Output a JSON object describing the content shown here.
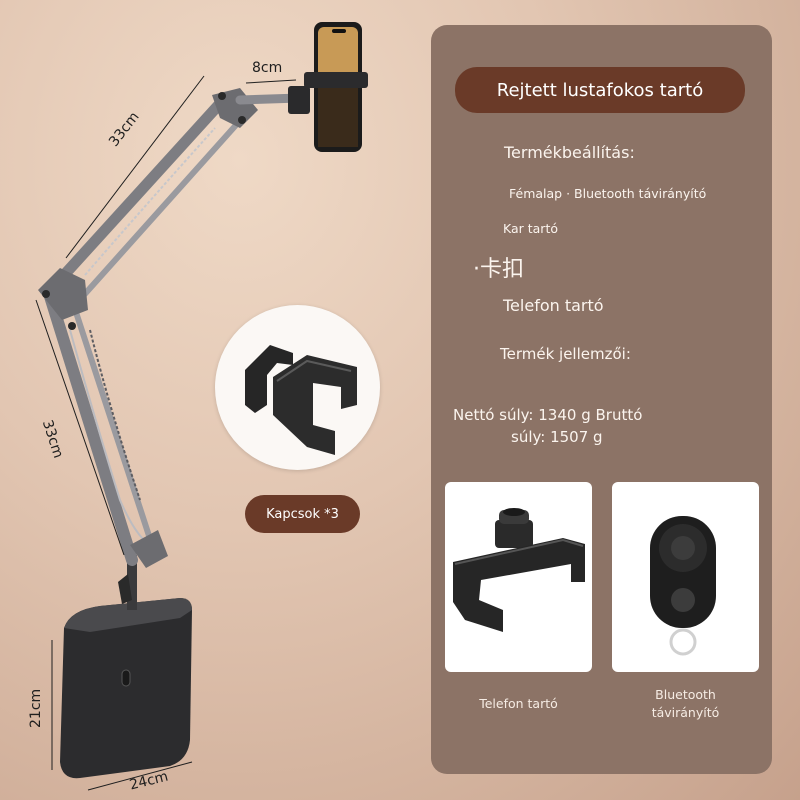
{
  "product": {
    "title": "Rejtett lustafokos tartó",
    "settings_heading": "Termékbeállítás:",
    "settings_line1": "Fémalap · Bluetooth távirányító",
    "settings_line2": "Kar tartó",
    "settings_line3": "·卡扣",
    "settings_line4": "Telefon tartó",
    "features_heading": "Termék jellemzői:",
    "weight_line1": "Nettó súly: 1340 g Bruttó",
    "weight_line2": "súly: 1507 g"
  },
  "accessories": {
    "clips_label": "Kapcsok *3",
    "phone_holder_caption": "Telefon tartó",
    "remote_caption_line1": "Bluetooth",
    "remote_caption_line2": "távirányító"
  },
  "dimensions": {
    "phone_arm": "8cm",
    "upper_arm": "33cm",
    "lower_arm": "33cm",
    "base_height": "21cm",
    "base_width": "24cm"
  },
  "colors": {
    "panel": "#8c7366",
    "pill": "#6a3a28",
    "metal": "#8f8f93"
  }
}
